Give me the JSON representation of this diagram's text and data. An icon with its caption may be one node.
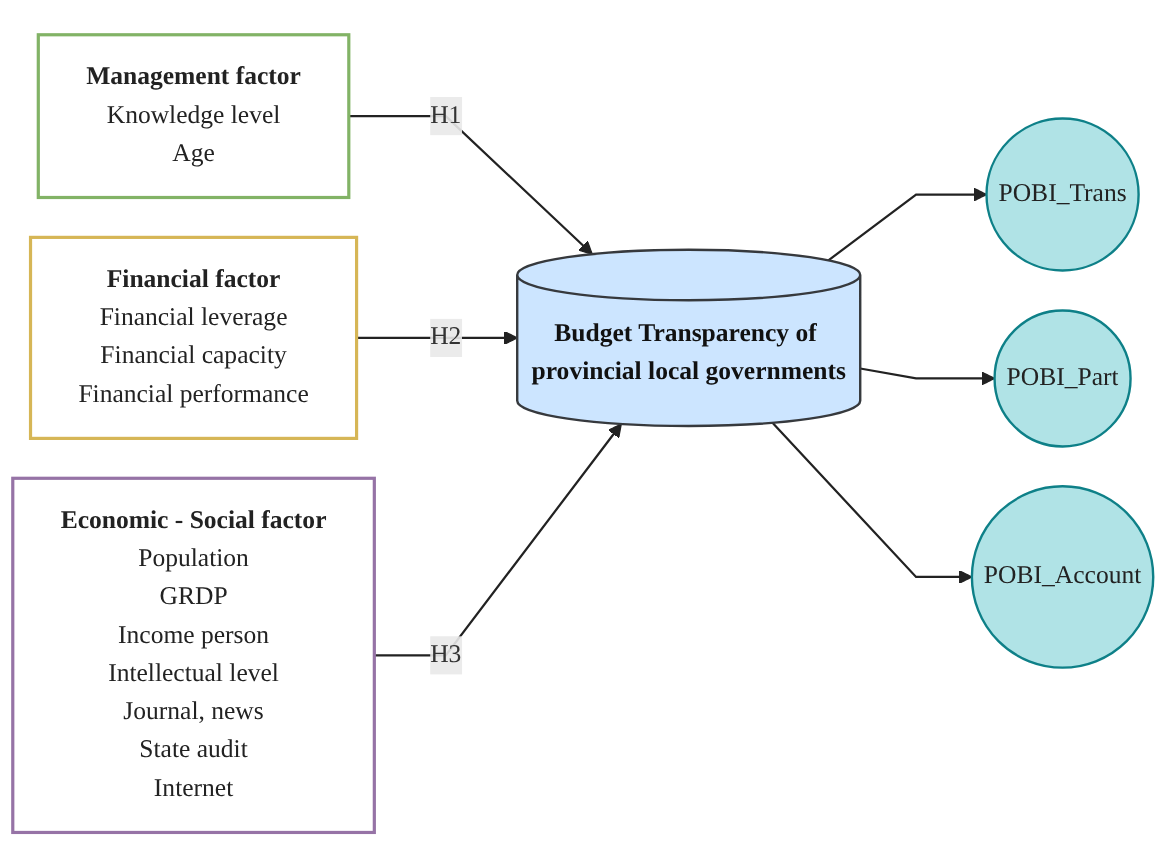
{
  "diagram": {
    "nodes": [
      {
        "text": [
          "Management factor",
          "Knowledge level",
          "Age"
        ]
      },
      {
        "text": [
          "Financial factor",
          "Financial leverage",
          "Financial capacity",
          "Financial performance"
        ]
      },
      {
        "text": [
          "Economic - Social factor",
          "Population",
          "GRDP",
          "Income person",
          "Intellectual level",
          "Journal, news",
          "State audit",
          "Internet"
        ]
      },
      {
        "text": [
          "Budget Transparency of provincial local governments"
        ]
      },
      {
        "text": [
          "POBI_Trans"
        ]
      },
      {
        "text": [
          "POBI_Part"
        ]
      },
      {
        "text": [
          "POBI_Account"
        ]
      }
    ],
    "edges": [
      {
        "from": 0,
        "to": 3,
        "arrow": "to",
        "label": "H1"
      },
      {
        "from": 1,
        "to": 3,
        "arrow": "to",
        "label": "H2"
      },
      {
        "from": 2,
        "to": 3,
        "arrow": "to",
        "label": "H3"
      },
      {
        "from": 3,
        "to": 4,
        "arrow": "to"
      },
      {
        "from": 3,
        "to": 5,
        "arrow": "to"
      },
      {
        "from": 3,
        "to": 6,
        "arrow": "to"
      }
    ]
  }
}
